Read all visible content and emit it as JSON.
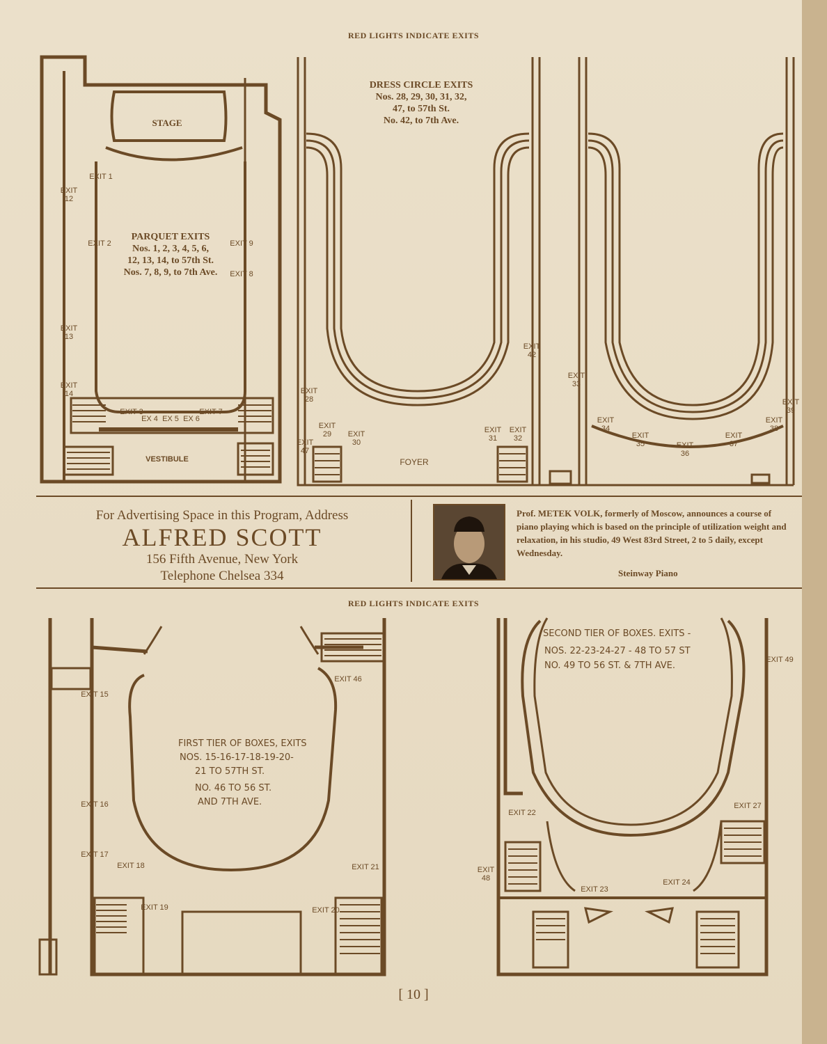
{
  "header_top": "RED LIGHTS INDICATE EXITS",
  "header_mid": "RED LIGHTS INDICATE EXITS",
  "parquet": {
    "stage": "STAGE",
    "title": "PARQUET EXITS",
    "l1": "Nos. 1, 2, 3, 4, 5, 6,",
    "l2": "12, 13, 14, to 57th St.",
    "l3": "Nos. 7, 8, 9, to 7th Ave.",
    "vestibule": "VESTIBULE",
    "exits": [
      "EXIT 1",
      "EXIT 2",
      "EXIT 3",
      "EX 4",
      "EX 5",
      "EX 6",
      "EXIT 7",
      "EXIT 8",
      "EXIT 9",
      "EXIT 12",
      "EXIT 13",
      "EXIT 14"
    ]
  },
  "dress": {
    "title": "DRESS CIRCLE EXITS",
    "l1": "Nos. 28, 29, 30, 31, 32,",
    "l2": "47, to 57th St.",
    "l3": "No. 42, to 7th Ave.",
    "foyer": "FOYER",
    "exits": [
      "EXIT 28",
      "EXIT 29",
      "EXIT 30",
      "EXIT 31",
      "EXIT 32",
      "EXIT 42",
      "EXIT 47",
      "EXIT 33",
      "EXIT 34",
      "EXIT 35",
      "EXIT 36",
      "EXIT 37",
      "EXIT 38",
      "EXIT 39"
    ]
  },
  "ad_left": {
    "l1": "For Advertising Space in this Program, Address",
    "name": "ALFRED SCOTT",
    "l3": "156 Fifth Avenue, New York",
    "l4": "Telephone Chelsea 334"
  },
  "ad_right": {
    "text": "Prof. METEK VOLK, formerly of Moscow, announces a course of piano playing which is based on the principle of utilization weight and relaxation, in his studio, 49 West 83rd Street, 2 to 5 daily, except Wednesday.",
    "sig": "Steinway Piano"
  },
  "first_tier": {
    "l1": "FIRST TIER OF BOXES, EXITS",
    "l2": "NOS. 15-16-17-18-19-20-",
    "l3": "21 TO 57TH ST.",
    "l4": "NO. 46 TO 56 ST.",
    "l5": "AND 7TH AVE.",
    "exits": [
      "EXIT 15",
      "EXIT 16",
      "EXIT 17",
      "EXIT 18",
      "EXIT 19",
      "EXIT 20",
      "EXIT 21",
      "EXIT 46"
    ]
  },
  "second_tier": {
    "l1": "SECOND TIER OF BOXES. EXITS -",
    "l2": "NOS. 22-23-24-27 - 48 TO 57 ST",
    "l3": "NO. 49 TO 56 ST. & 7TH AVE.",
    "exits": [
      "EXIT 22",
      "EXIT 23",
      "EXIT 24",
      "EXIT 27",
      "EXIT 48",
      "EXIT 49"
    ]
  },
  "page_number": "[ 10 ]",
  "colors": {
    "ink": "#6b4a26",
    "paper": "#e8dcc5"
  }
}
